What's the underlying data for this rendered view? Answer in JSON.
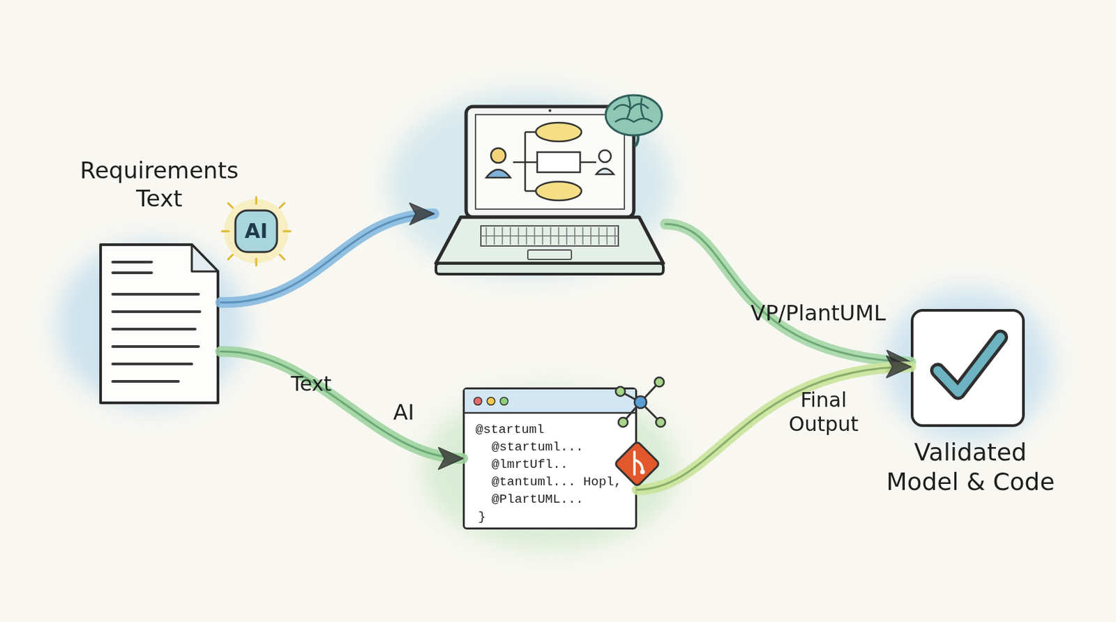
{
  "diagram": {
    "nodes": [
      {
        "text": [
          "Requirements Text"
        ]
      },
      {
        "text": [
          "AI"
        ]
      },
      {
        "text": []
      },
      {
        "text": [
          "@startuml",
          "@startuml...",
          "@lmrtUfl..",
          "@tantuml... Hopl,",
          "@PlartUML...",
          "}"
        ]
      },
      {
        "text": [
          "Validated Model & Code"
        ]
      }
    ],
    "edges": [
      {
        "from": 0,
        "to": 2,
        "arrow": "to"
      },
      {
        "from": 0,
        "to": 3,
        "label": "Text",
        "arrow": "to"
      },
      {
        "from": 2,
        "to": 4,
        "label": "VP/PlantUML",
        "arrow": "to"
      },
      {
        "from": 3,
        "to": 4,
        "label": "Final Output",
        "arrow": "to"
      }
    ],
    "labels": [
      "AI"
    ]
  }
}
